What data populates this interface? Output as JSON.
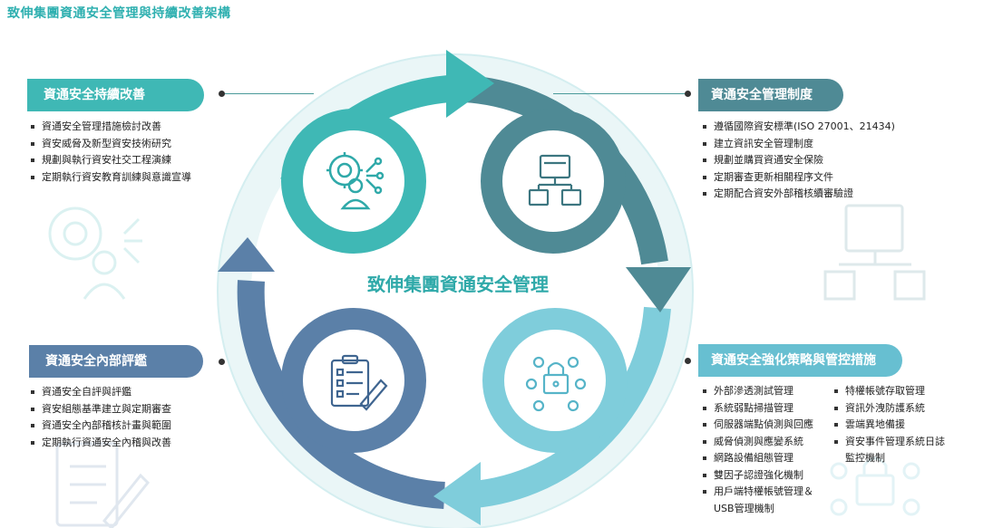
{
  "title": "致伸集團資通安全管理與持續改善架構",
  "center": "致伸集團資通安全管理",
  "colors": {
    "teal": "#3fb8b5",
    "dark_teal": "#4f8a95",
    "steel_blue": "#5b80a8",
    "light_blue": "#67bfd1",
    "title": "#2fb0b0"
  },
  "sections": {
    "improvement": {
      "header": "資通安全持續改善",
      "items": [
        "資通安全管理措施檢討改善",
        "資安威脅及新型資安技術研究",
        "規劃與執行資安社交工程演練",
        "定期執行資安教育訓練與意識宣導"
      ],
      "icon": "security-gear-person-icon"
    },
    "policy": {
      "header": "資通安全管理制度",
      "items": [
        "遵循國際資安標準(ISO 27001、21434)",
        "建立資訊安全管理制度",
        "規劃並購買資通安全保險",
        "定期審查更新相關程序文件",
        "定期配合資安外部稽核續審驗證"
      ],
      "icon": "folder-hierarchy-icon"
    },
    "audit": {
      "header": "資通安全內部評鑑",
      "items": [
        "資通安全自評與評鑑",
        "資安組態基準建立與定期審查",
        "資通安全內部稽核計畫與範圍",
        "定期執行資通安全內稽與改善"
      ],
      "icon": "clipboard-checklist-icon"
    },
    "controls": {
      "header": "資通安全強化策略與管控措施",
      "items_left": [
        "外部滲透測試管理",
        "系統弱點掃描管理",
        "伺服器端點偵測與回應",
        "威脅偵測與應變系統",
        "網路設備組態管理",
        "雙因子認證強化機制",
        "用戶端特權帳號管理＆",
        "USB管理機制"
      ],
      "items_right": [
        "特權帳號存取管理",
        "資訊外洩防護系統",
        "雲端異地備援",
        "資安事件管理系統日誌",
        "監控機制"
      ],
      "icon": "lock-checks-icon"
    }
  }
}
